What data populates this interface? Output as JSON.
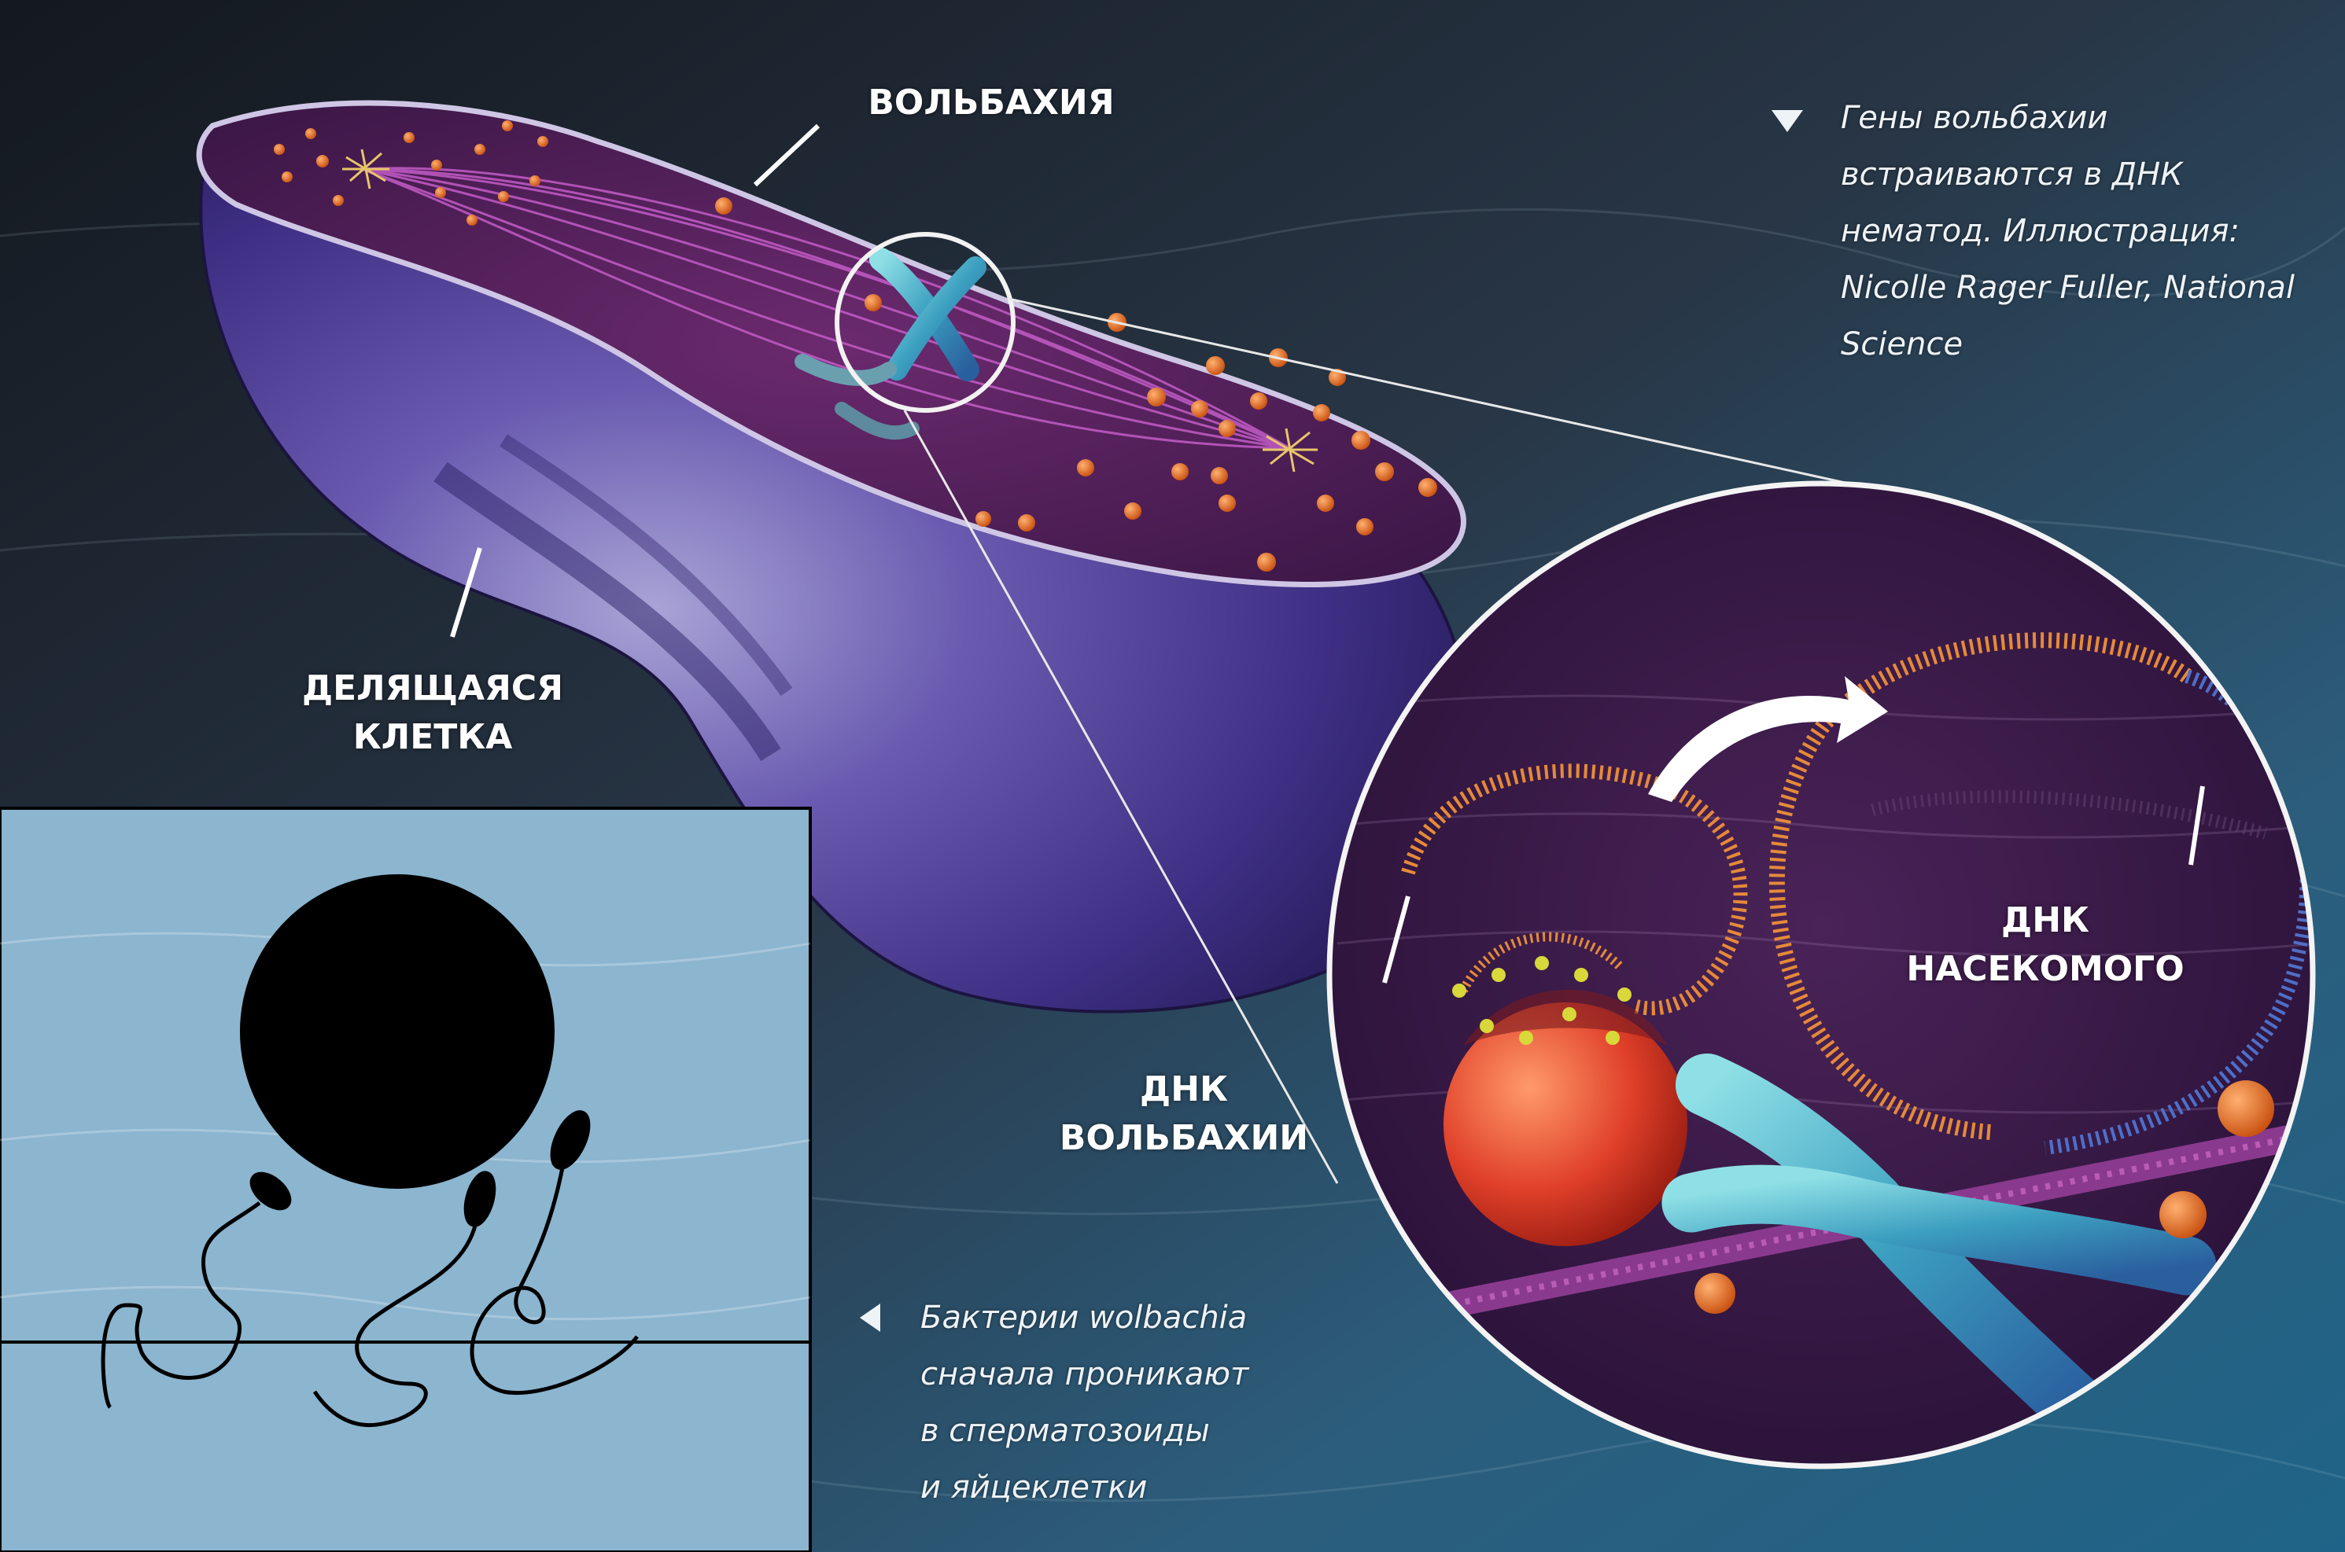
{
  "labels": {
    "wolbachia": "ВОЛЬБАХИЯ",
    "dividing_cell": [
      "ДЕЛЯЩАЯСЯ",
      "КЛЕТКА"
    ],
    "wolbachia_dna": [
      "ДНК",
      "ВОЛЬБАХИИ"
    ],
    "insect_dna": [
      "ДНК",
      "НАСЕКОМОГО"
    ]
  },
  "captions": {
    "genes_insert": [
      "Гены вольбахии",
      "встраиваются в ДНК",
      "нематод. Иллюстрация:",
      "Nicolle Rager Fuller, National",
      "Science"
    ],
    "bacteria_enter": [
      "Бактерии wolbachia",
      "сначала проникают",
      "в сперматозоиды",
      "и яйцеклетки"
    ]
  },
  "icons": {
    "caption_top_pointer": "triangle-down-icon",
    "caption_bottom_pointer": "triangle-left-icon"
  },
  "colors": {
    "background_dark": "#1b2430",
    "background_blue": "#2a6f93",
    "cell_purple": "#3f2b78",
    "cell_top": "#5a2360",
    "spindle": "#c35cc7",
    "orange_bead": "#e8741d",
    "dna_orange": "#e58a3a",
    "dna_blue": "#4f6fc8",
    "chromosome": "#5fb8c7",
    "inset_bg": "#8cb5cf",
    "ink": "#000000"
  }
}
